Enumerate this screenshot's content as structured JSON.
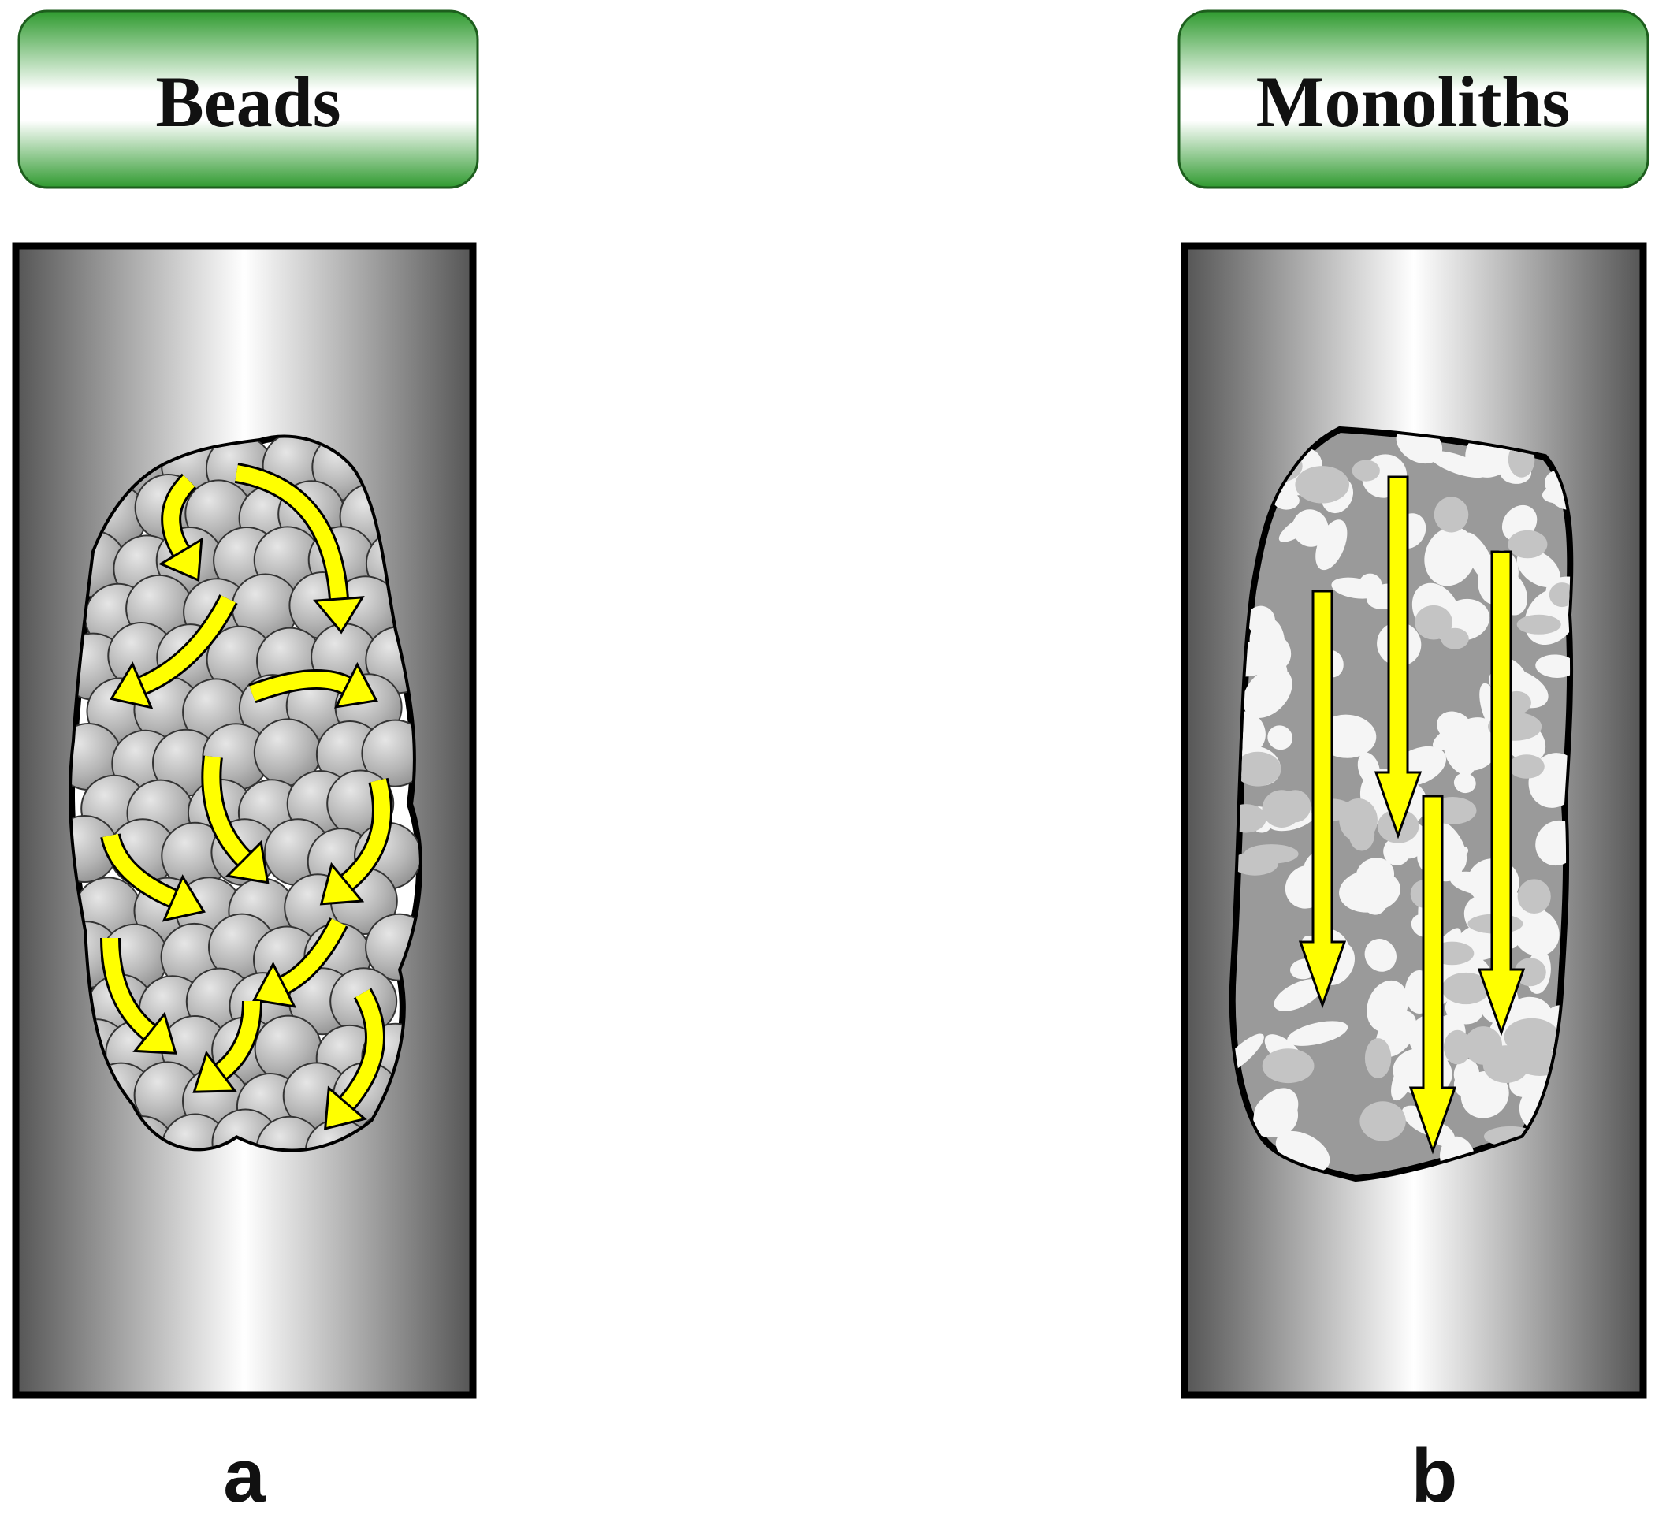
{
  "panels": [
    {
      "id": "a",
      "title": "Beads",
      "letter": "a",
      "flow": "tortuous"
    },
    {
      "id": "b",
      "title": "Monoliths",
      "letter": "b",
      "flow": "straight"
    }
  ],
  "colors": {
    "header_green": "#2f9a2f",
    "column_dark": "#555555",
    "column_light": "#ffffff",
    "bead_fill": "#b4b4b4",
    "monolith_skeleton": "#9a9a9a",
    "monolith_pore": "#f5f5f5",
    "arrow_yellow": "#ffff00",
    "outline": "#000000"
  }
}
